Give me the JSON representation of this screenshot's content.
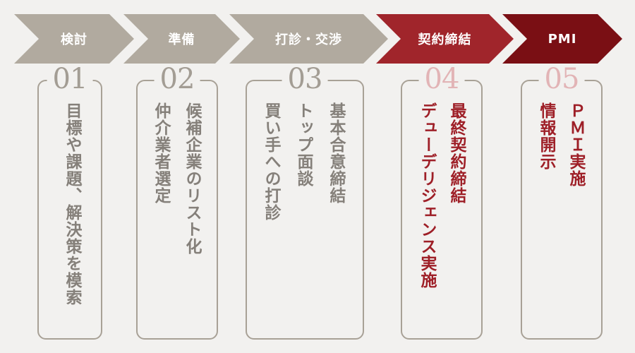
{
  "colors": {
    "gray_arrow": "#b1aa9f",
    "red_arrow": "#a0252b",
    "dark_red_arrow": "#7a0f14",
    "gray_text": "#85807a",
    "red_text": "#9e1f27",
    "gray_number": "#a39d94",
    "pink_number": "#e2b4b6",
    "border": "#a8a196",
    "background": "#f2f1ef"
  },
  "steps": [
    {
      "label": "検討",
      "number": "01",
      "lines": [
        "目標や課題、解決策を模索"
      ]
    },
    {
      "label": "準備",
      "number": "02",
      "lines": [
        "候補企業のリスト化",
        "仲介業者選定"
      ]
    },
    {
      "label": "打診・交渉",
      "number": "03",
      "lines": [
        "基本合意締結",
        "トップ面談",
        "買い手への打診"
      ]
    },
    {
      "label": "契約締結",
      "number": "04",
      "lines": [
        "最終契約締結",
        "デューデリジェンス実施"
      ]
    },
    {
      "label": "PMI",
      "number": "05",
      "lines": [
        "ＰＭＩ実施",
        "情報開示"
      ]
    }
  ]
}
